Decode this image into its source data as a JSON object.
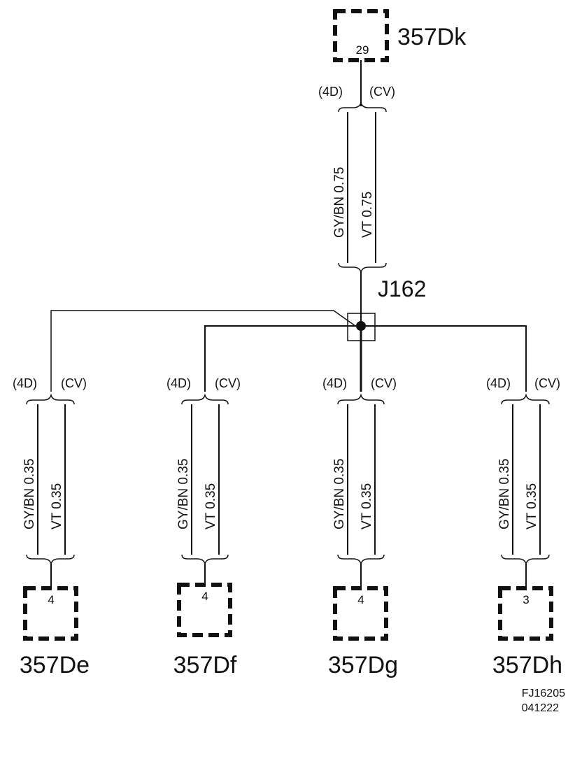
{
  "diagram": {
    "top_connector": {
      "name": "357Dk",
      "pin": "29"
    },
    "top_cable": {
      "left_code": "(4D)",
      "right_code": "(CV)",
      "wire1": "GY/BN  0.75",
      "wire2": "VT  0.75"
    },
    "junction": {
      "name": "J162"
    },
    "branches": [
      {
        "name": "357De",
        "pin": "4",
        "left_code": "(4D)",
        "right_code": "(CV)",
        "wire1": "GY/BN  0.35",
        "wire2": "VT  0.35"
      },
      {
        "name": "357Df",
        "pin": "4",
        "left_code": "(4D)",
        "right_code": "(CV)",
        "wire1": "GY/BN  0.35",
        "wire2": "VT  0.35"
      },
      {
        "name": "357Dg",
        "pin": "4",
        "left_code": "(4D)",
        "right_code": "(CV)",
        "wire1": "GY/BN  0.35",
        "wire2": "VT  0.35"
      },
      {
        "name": "357Dh",
        "pin": "3",
        "left_code": "(4D)",
        "right_code": "(CV)",
        "wire1": "GY/BN  0.35",
        "wire2": "VT  0.35"
      }
    ],
    "reference": {
      "line1": "FJ16205",
      "line2": "041222"
    }
  }
}
